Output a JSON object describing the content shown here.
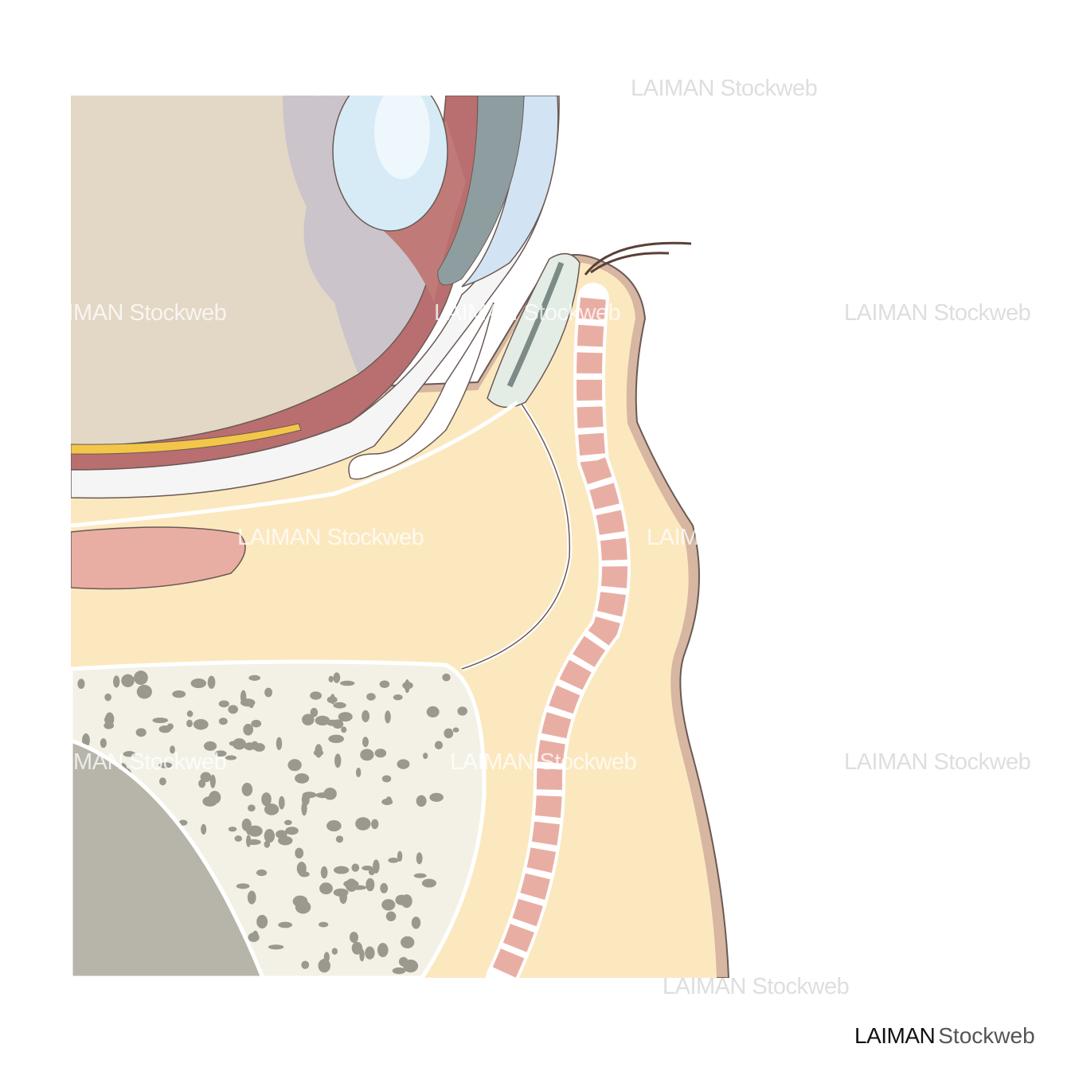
{
  "watermark": {
    "brand": "LAIMAN",
    "suffix": "Stockweb"
  },
  "logo": {
    "brand": "LAIMAN",
    "suffix": "Stockweb"
  },
  "colors": {
    "vitreous": "#e3d8c5",
    "retina": "#cbc4cb",
    "choroid": "#b96f6f",
    "sclera": "#f5f5f5",
    "cornea": "#d2e4f4",
    "fat": "#fce8bf",
    "muscle": "#e9aea3",
    "bone": "#f3f1e6",
    "bone_pores": "#9b9890",
    "sinus": "#b7b4aa",
    "skin_edge": "#d7b6a2",
    "outline": "#6a5a55",
    "yellow_band": "#f3c64a"
  }
}
